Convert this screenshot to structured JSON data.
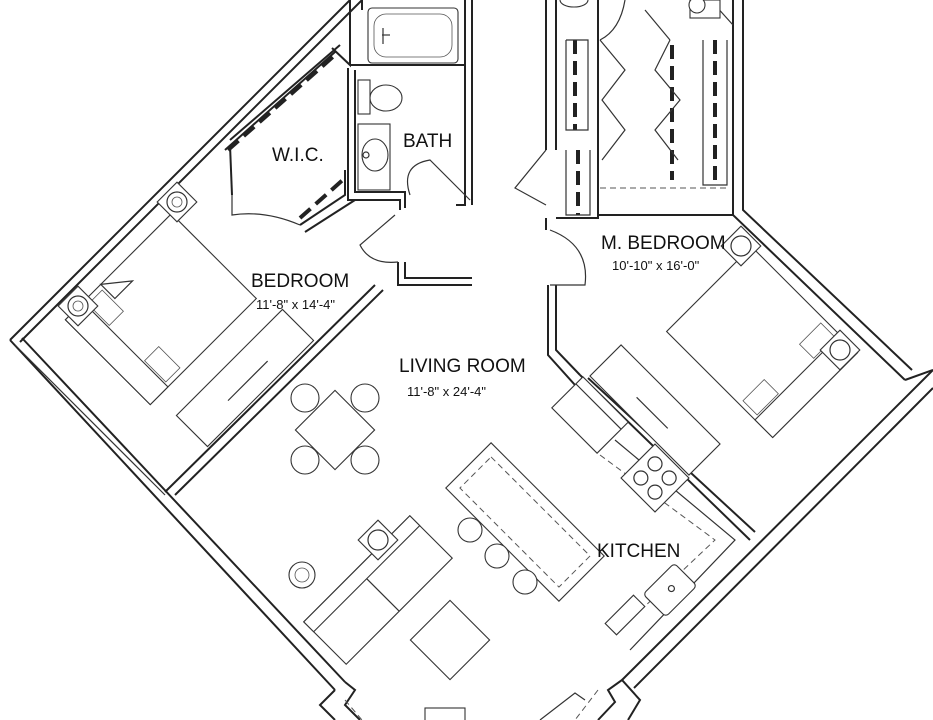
{
  "rooms": {
    "wic": {
      "name": "W.I.C."
    },
    "bath": {
      "name": "BATH"
    },
    "bedroom": {
      "name": "BEDROOM",
      "dims": "11'-8\"  x 14'-4\""
    },
    "master_bedroom": {
      "name": "M.  BEDROOM",
      "dims": "10'-10\"  x 16'-0\""
    },
    "living_room": {
      "name": "LIVING ROOM",
      "dims": "11'-8\"  x 24'-4\""
    },
    "kitchen": {
      "name": "KITCHEN"
    }
  }
}
